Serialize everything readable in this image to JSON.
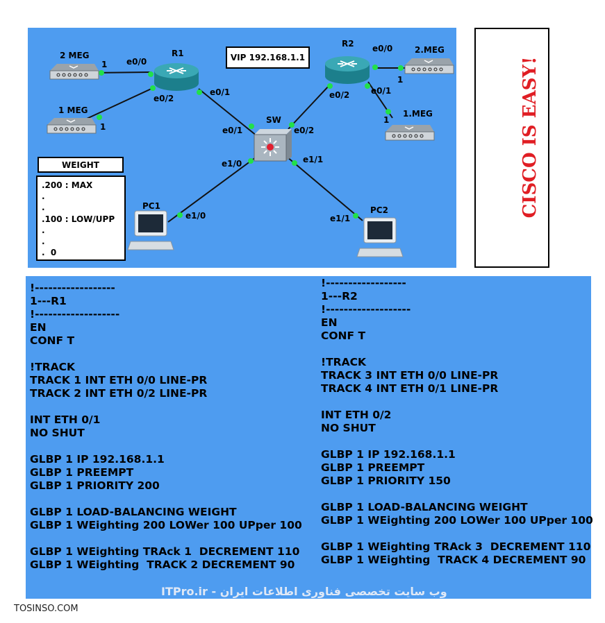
{
  "topology": {
    "vip": "VIP 192.168.1.1",
    "devices": {
      "r1": "R1",
      "r2": "R2",
      "sw": "SW",
      "pc1": "PC1",
      "pc2": "PC2",
      "r1_meg2": "2 MEG",
      "r1_meg1": "1 MEG",
      "r2_meg2": "2.MEG",
      "r2_meg1": "1.MEG"
    },
    "interfaces": {
      "r1_e00": "e0/0",
      "r1_e02": "e0/2",
      "r1_e01": "e0/1",
      "r2_e00": "e0/0",
      "r2_e02": "e0/2",
      "r2_e01": "e0/1",
      "sw_e01": "e0/1",
      "sw_e02": "e0/2",
      "sw_e10": "e1/0",
      "sw_e11": "e1/1",
      "pc1_e10": "e1/0",
      "pc2_e11": "e1/1",
      "m1": "1",
      "m2": "1",
      "m3": "1",
      "m4": "1"
    },
    "weight_title": "WEIGHT",
    "weight_lines": [
      ".200 : MAX",
      ".",
      ".",
      ".100 : LOW/UPP",
      ".",
      ".",
      ".  0"
    ]
  },
  "logo": {
    "text": "CISCO IS EASY!",
    "bar_color": "#0a4f6a",
    "text_color": "#e01e24"
  },
  "r1_config": [
    "!------------------",
    "1---R1",
    "!-------------------",
    "EN",
    "CONF T",
    "",
    "!TRACK",
    "TRACK 1 INT ETH 0/0 LINE-PR",
    "TRACK 2 INT ETH 0/2 LINE-PR",
    "",
    "INT ETH 0/1",
    "NO SHUT",
    "",
    "GLBP 1 IP 192.168.1.1",
    "GLBP 1 PREEMPT",
    "GLBP 1 PRIORITY 200",
    "",
    "GLBP 1 LOAD-BALANCING WEIGHT",
    "GLBP 1 WEighting 200 LOWer 100 UPper 100",
    "",
    "GLBP 1 WEighting TRAck 1  DECREMENT 110",
    "GLBP 1 WEighting  TRACK 2 DECREMENT 90"
  ],
  "r2_config": [
    "!------------------",
    "1---R2",
    "!-------------------",
    "EN",
    "CONF T",
    "",
    "!TRACK",
    "TRACK 3 INT ETH 0/0 LINE-PR",
    "TRACK 4 INT ETH 0/1 LINE-PR",
    "",
    "INT ETH 0/2",
    "NO SHUT",
    "",
    "GLBP 1 IP 192.168.1.1",
    "GLBP 1 PREEMPT",
    "GLBP 1 PRIORITY 150",
    "",
    "GLBP 1 LOAD-BALANCING WEIGHT",
    "GLBP 1 WEighting 200 LOWer 100 UPper 100",
    "",
    "GLBP 1 WEighting TRAck 3  DECREMENT 110",
    "GLBP 1 WEighting  TRACK 4 DECREMENT 90"
  ],
  "watermark": "ITPro.ir - وب سایت تخصصی فناوری اطلاعات ایران",
  "footer": "TOSINSO.COM"
}
